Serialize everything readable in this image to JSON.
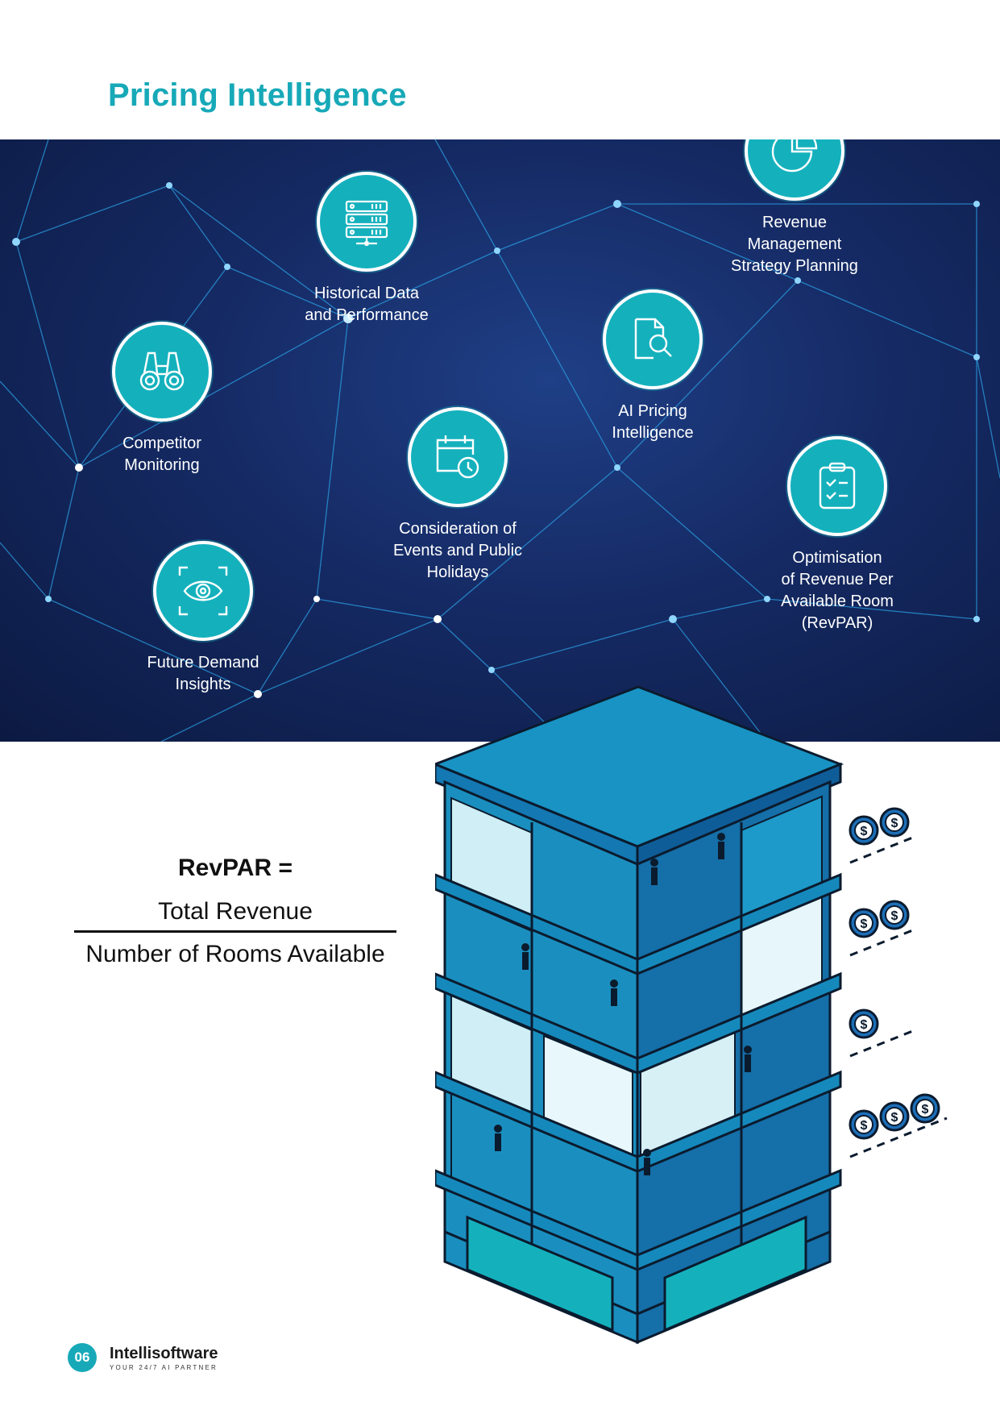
{
  "page": {
    "title": "Pricing Intelligence"
  },
  "features": [
    {
      "name": "historical-data",
      "icon": "server-icon",
      "label": "Historical Data\nand Performance"
    },
    {
      "name": "revenue-management",
      "icon": "pie-chart-icon",
      "label": "Revenue\nManagement\nStrategy Planning"
    },
    {
      "name": "competitor-monitoring",
      "icon": "binoculars-icon",
      "label": "Competitor\nMonitoring"
    },
    {
      "name": "ai-pricing",
      "icon": "document-search-icon",
      "label": "AI Pricing\nIntelligence"
    },
    {
      "name": "events-holidays",
      "icon": "calendar-clock-icon",
      "label": "Consideration of\nEvents and Public\nHolidays"
    },
    {
      "name": "revpar-optimisation",
      "icon": "clipboard-checklist-icon",
      "label": "Optimisation\nof Revenue Per\nAvailable Room\n(RevPAR)"
    },
    {
      "name": "future-demand",
      "icon": "eye-scan-icon",
      "label": "Future Demand\nInsights"
    }
  ],
  "formula": {
    "lhs": "RevPAR =",
    "numerator": "Total Revenue",
    "denominator": "Number of Rooms Available"
  },
  "building": {
    "coin_symbol": "$",
    "coins_per_floor": [
      2,
      2,
      1,
      3
    ]
  },
  "footer": {
    "page_number": "06",
    "brand": "Intellisoftware",
    "tagline": "YOUR 24/7 AI PARTNER"
  },
  "colors": {
    "accent": "#17a9b8",
    "network_bg": "#152a64",
    "building_blue": "#1477b4"
  }
}
